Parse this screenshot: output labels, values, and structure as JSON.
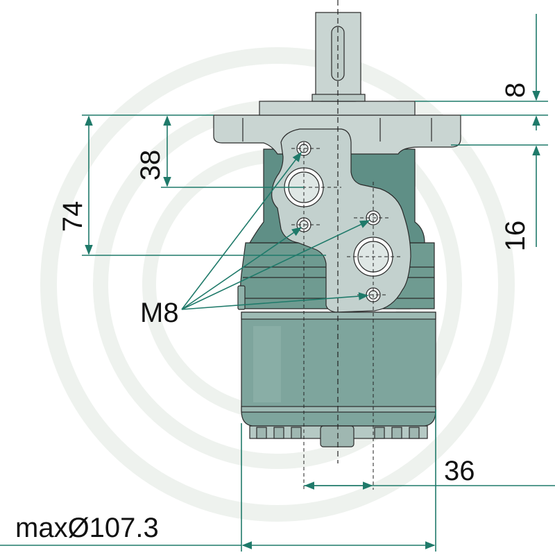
{
  "dimensions": {
    "d8": "8",
    "d38": "38",
    "d74": "74",
    "d16": "16",
    "d36": "36",
    "thread": "M8",
    "max_diameter": "maxØ107.3"
  },
  "colors": {
    "body_dark": "#6a9a90",
    "body_mid": "#86aca4",
    "body_light": "#a9c4bf",
    "flange": "#c9d5d2",
    "plate": "#c3d1ce",
    "dimension_line": "#1f7a6a",
    "watermark": "#eef2ee"
  }
}
